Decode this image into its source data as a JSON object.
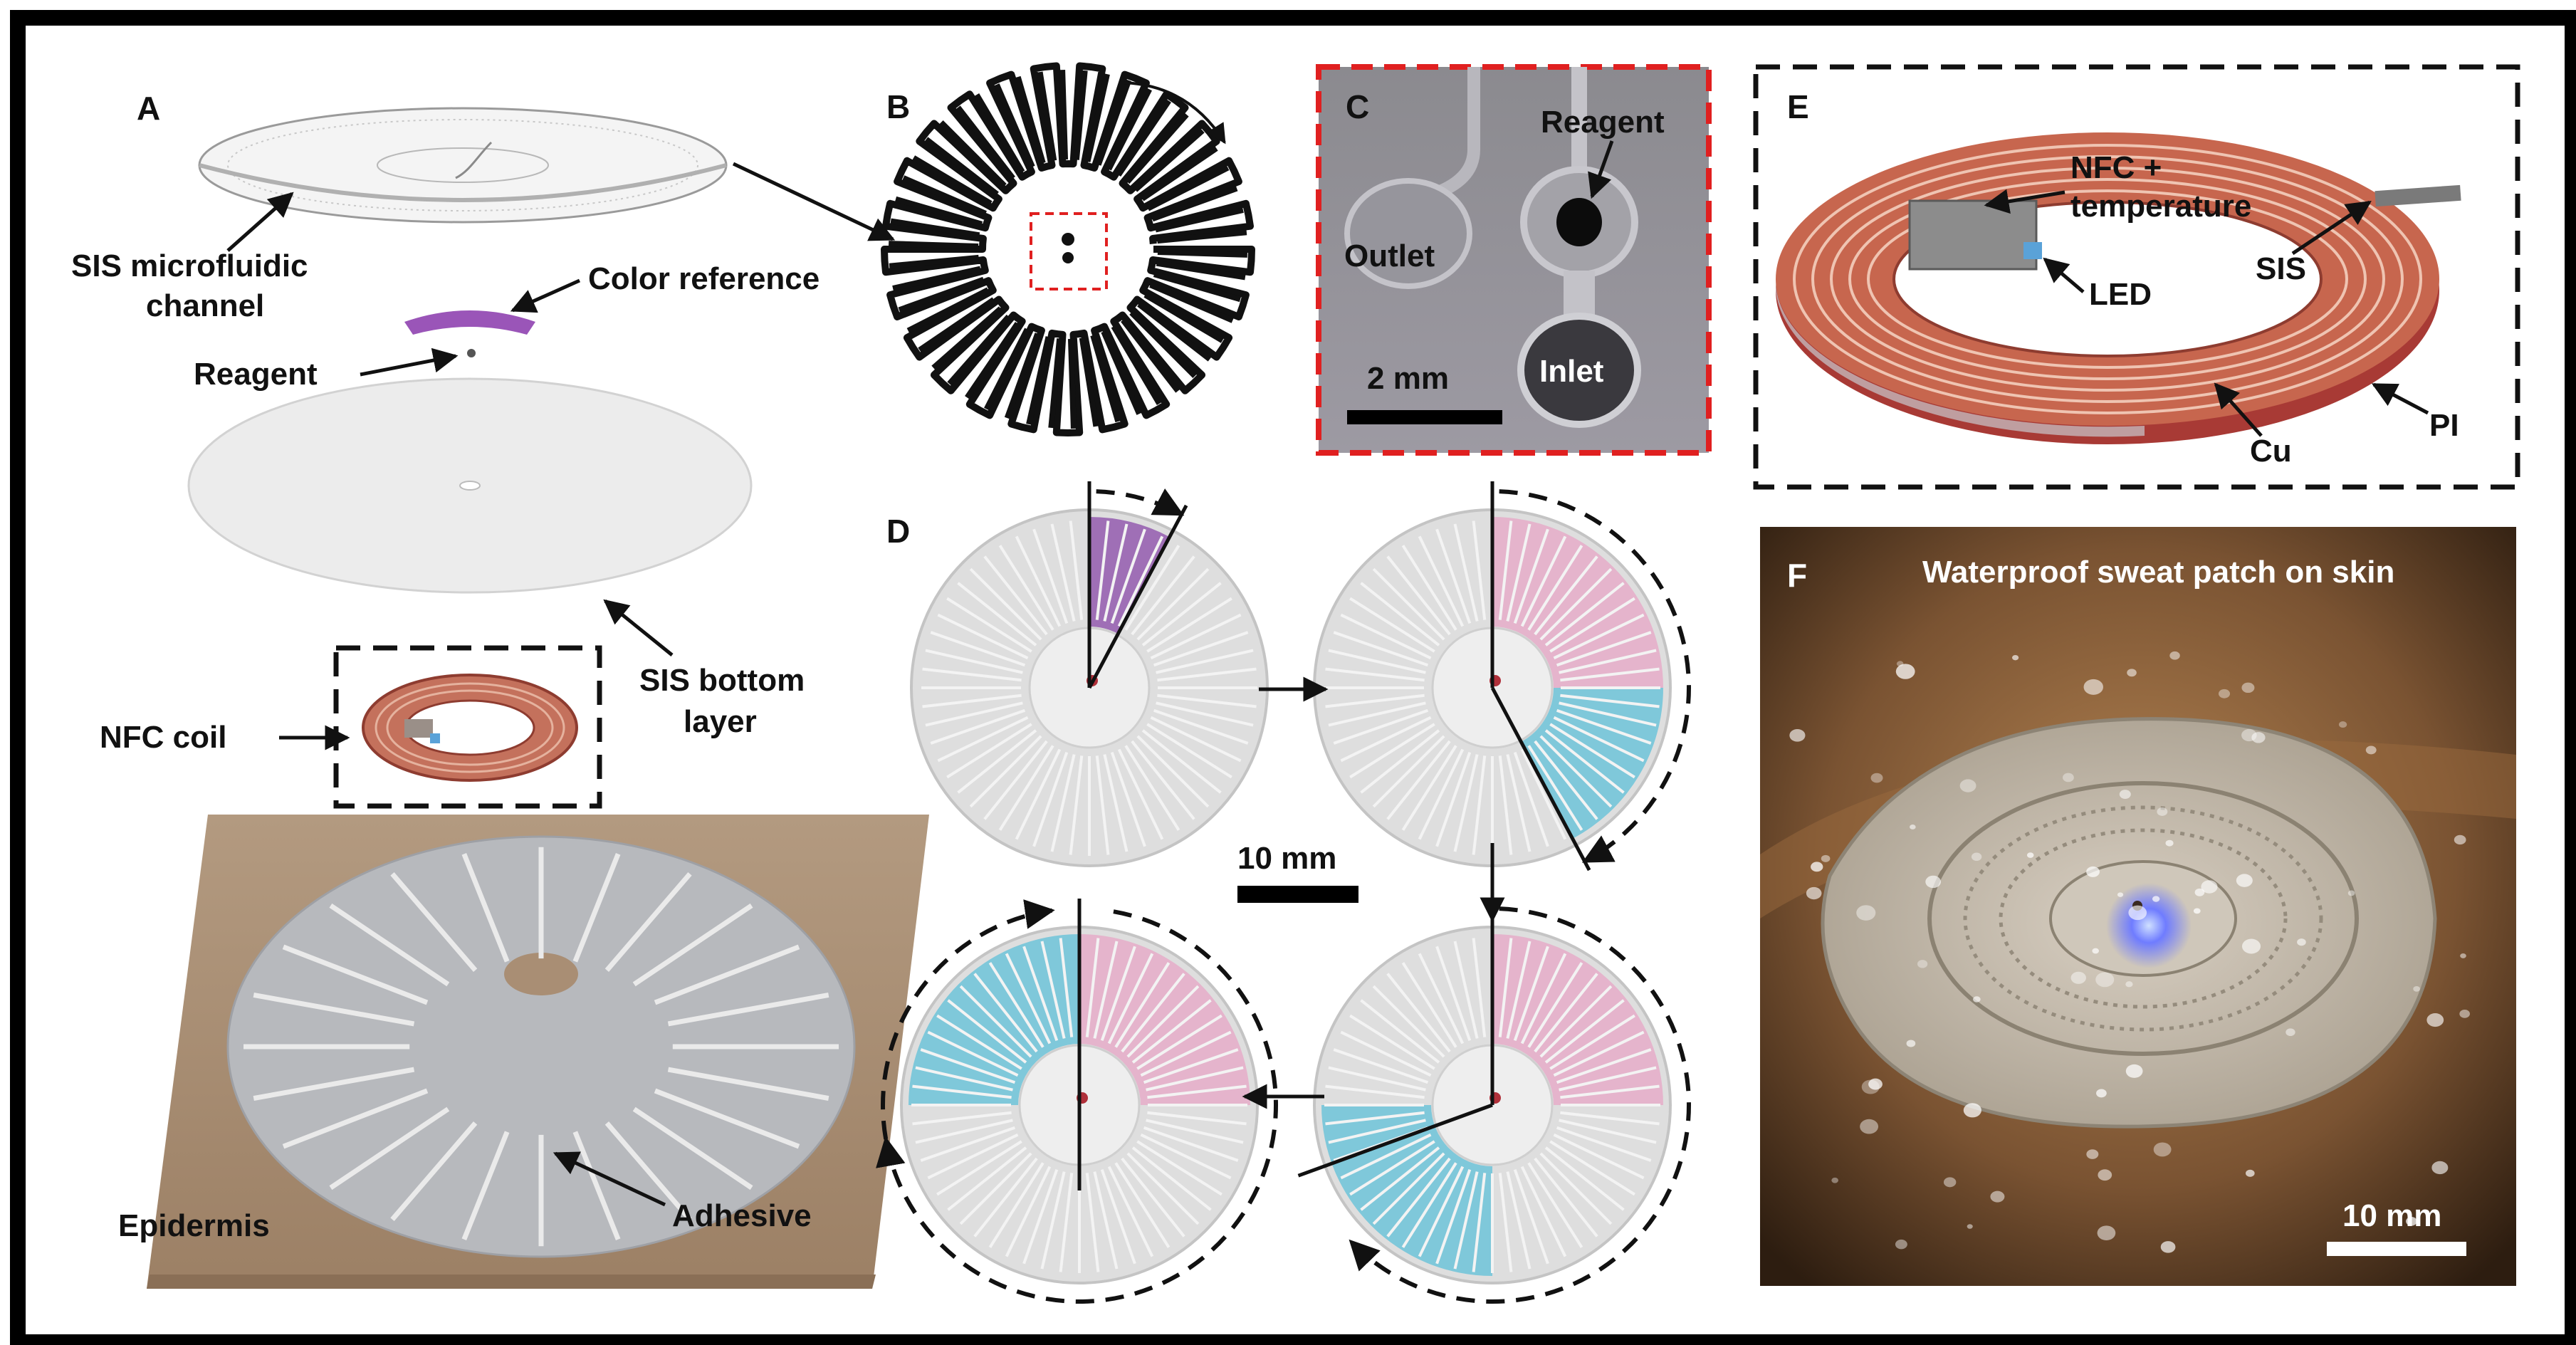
{
  "panels": {
    "A": {
      "letter": "A",
      "labels": {
        "sis_channel_line1": "SIS microfluidic",
        "sis_channel_line2": "channel",
        "color_reference": "Color reference",
        "reagent": "Reagent",
        "sis_bottom_line1": "SIS bottom",
        "sis_bottom_line2": "layer",
        "nfc_coil": "NFC coil",
        "epidermis": "Epidermis",
        "adhesive": "Adhesive"
      }
    },
    "B": {
      "letter": "B"
    },
    "C": {
      "letter": "C",
      "labels": {
        "reagent": "Reagent",
        "outlet": "Outlet",
        "inlet": "Inlet",
        "scale": "2 mm"
      }
    },
    "D": {
      "letter": "D",
      "labels": {
        "scale": "10 mm"
      }
    },
    "E": {
      "letter": "E",
      "labels": {
        "nfc_line1": "NFC +",
        "nfc_line2": "temperature",
        "led": "LED",
        "sis": "SIS",
        "cu": "Cu",
        "pi": "PI"
      }
    },
    "F": {
      "letter": "F",
      "labels": {
        "title": "Waterproof sweat patch on skin",
        "scale": "10 mm"
      }
    }
  },
  "colors": {
    "frame": "#000000",
    "skin_pad": "#a58a70",
    "copper": "#c7664e",
    "polyimide": "#a83a35",
    "dye_blue": "#5fc0d8",
    "dye_pink": "#e7a6c5",
    "dye_purple": "#8a4aa8",
    "red_dashed": "#e02020",
    "photo_bg": "#6b4a2c"
  }
}
